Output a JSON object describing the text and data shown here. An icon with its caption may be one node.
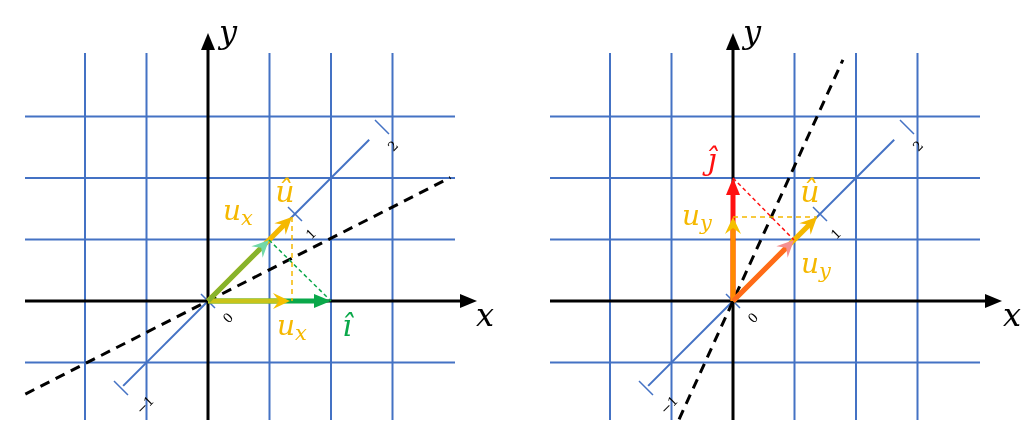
{
  "diagram": {
    "labels": [
      "y",
      "û",
      "u$_{x}$",
      "2",
      "1",
      "0",
      "x",
      "u$_{x}$",
      "î",
      "−1",
      "y",
      "ĵ",
      "û",
      "u$_{y}$",
      "2",
      "1",
      "u$_{y}$",
      "0",
      "x",
      "−1"
    ]
  }
}
